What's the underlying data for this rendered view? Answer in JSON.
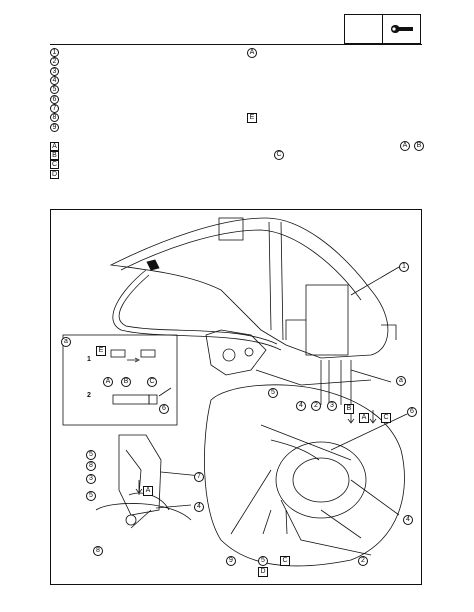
{
  "legend": {
    "numbered": [
      "1",
      "2",
      "3",
      "4",
      "5",
      "6",
      "7",
      "8",
      "9"
    ],
    "lettered": [
      "A",
      "B",
      "C",
      "D"
    ]
  },
  "header_refs": {
    "r1": "A",
    "r2": "E",
    "r3": "C",
    "r4a": "A",
    "r4b": "B"
  },
  "diagram": {
    "callouts_numbers": {
      "n1": "1",
      "n2a": "2",
      "n3": "3",
      "n4a": "4",
      "n5a": "5",
      "n6a": "6",
      "n7": "7",
      "n8a": "8",
      "n9": "9",
      "n4b": "4",
      "n2b": "2",
      "n5b": "5",
      "n3b": "3",
      "n5c": "5",
      "n8b": "8",
      "n4c": "4",
      "n6b": "6",
      "n5d": "5"
    },
    "callouts_letters": {
      "a_inset": "a",
      "a_right": "a",
      "A1": "A",
      "A2": "A",
      "B1": "B",
      "B2": "B",
      "Ca": "C",
      "Cb": "C",
      "D": "D",
      "E": "E",
      "A3": "A",
      "Cinset": "C"
    },
    "inset_labels": {
      "one": "1",
      "two": "2"
    }
  }
}
